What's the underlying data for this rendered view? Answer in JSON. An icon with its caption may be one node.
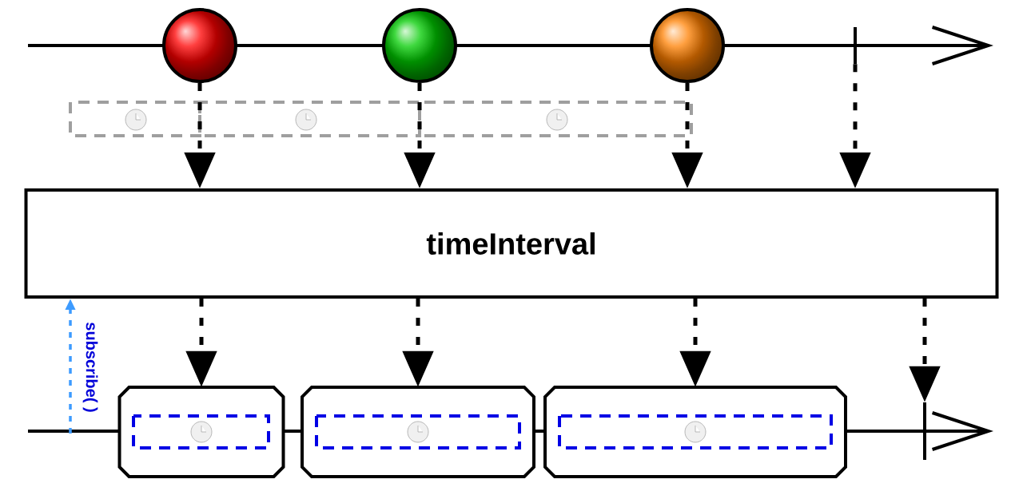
{
  "diagram": {
    "nodes": [
      {
        "text": [],
        "shape": "circle"
      },
      {
        "text": [],
        "shape": "circle"
      },
      {
        "text": [],
        "shape": "circle"
      },
      {
        "text": [],
        "shape": "bar"
      },
      {
        "text": [
          "timeInterval"
        ]
      },
      {
        "text": [],
        "shape": "box"
      },
      {
        "text": [],
        "shape": "box"
      },
      {
        "text": [],
        "shape": "box"
      },
      {
        "text": [],
        "shape": "bar"
      }
    ],
    "edges": [
      {
        "from": 0,
        "to": 4,
        "arrow": "to",
        "style": "dashed"
      },
      {
        "from": 1,
        "to": 4,
        "arrow": "to",
        "style": "dashed"
      },
      {
        "from": 2,
        "to": 4,
        "arrow": "to",
        "style": "dashed"
      },
      {
        "from": 3,
        "to": 4,
        "arrow": "to",
        "style": "dashed"
      },
      {
        "from": 4,
        "to": 5,
        "arrow": "to",
        "style": "dashed"
      },
      {
        "from": 4,
        "to": 6,
        "arrow": "to",
        "style": "dashed"
      },
      {
        "from": 4,
        "to": 7,
        "arrow": "to",
        "style": "dashed"
      },
      {
        "from": 4,
        "to": 8,
        "arrow": "to",
        "style": "dashed"
      },
      {
        "from": null,
        "to": 4,
        "arrow": "to",
        "style": "dashed",
        "color": "#3d9bff",
        "label": "subscribe( )"
      }
    ]
  }
}
